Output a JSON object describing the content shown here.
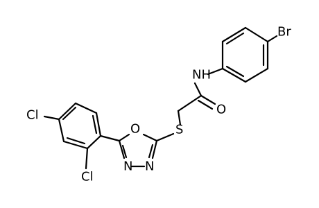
{
  "molecule": {
    "atoms": {
      "br": "Br",
      "nh": "NH",
      "o_carbonyl": "O",
      "s": "S",
      "o_ring": "O",
      "n1": "N",
      "n2": "N",
      "cl_para": "Cl",
      "cl_ortho": "Cl"
    }
  }
}
